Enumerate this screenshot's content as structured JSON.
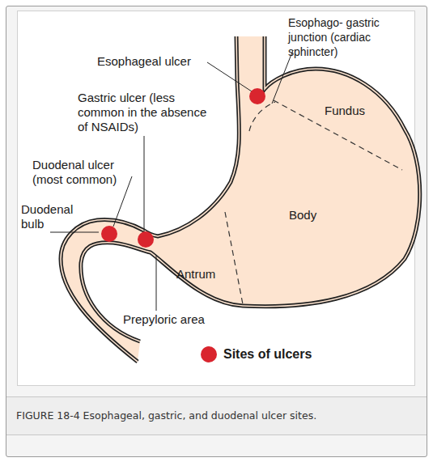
{
  "diagram": {
    "caption": "FIGURE 18-4 Esophageal, gastric, and duodenal ulcer sites.",
    "labels": [
      "Esophageal ulcer",
      "Esophago- gastric junction (cardiac sphincter)",
      "Fundus",
      "Gastric ulcer (less common in the absence of NSAIDs)",
      "Duodenal ulcer (most common)",
      "Duodenal bulb",
      "Body",
      "Antrum",
      "Prepyloric area"
    ],
    "legend": [
      {
        "text": "Sites of ulcers",
        "color": "#d9252e"
      }
    ]
  }
}
